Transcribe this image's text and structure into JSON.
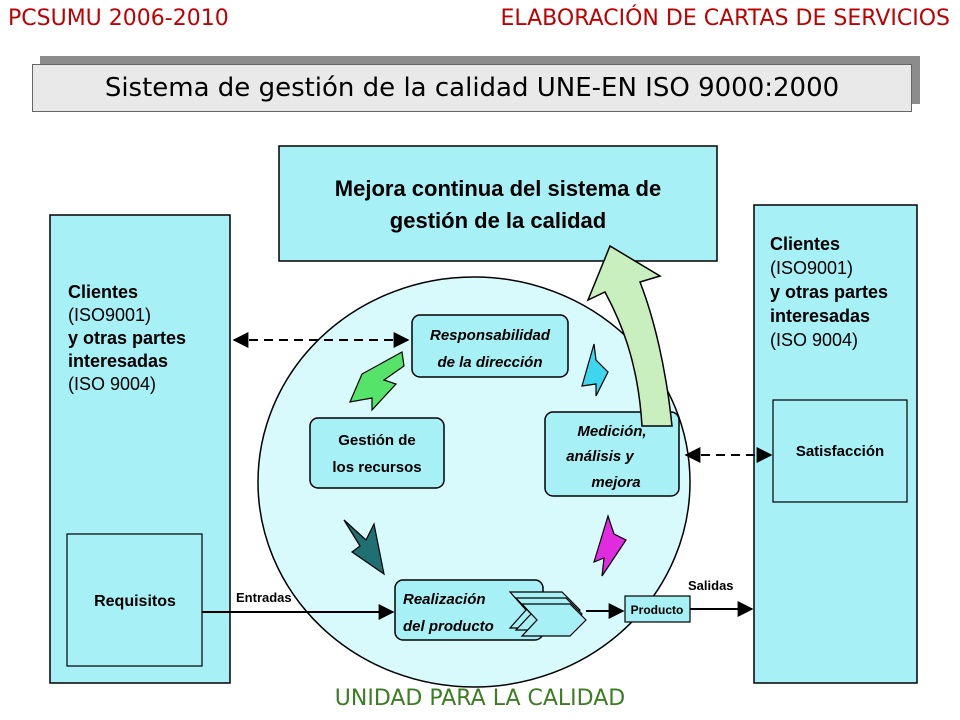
{
  "header": {
    "left": "PCSUMU 2006-2010",
    "right": "ELABORACIÓN DE CARTAS DE SERVICIOS"
  },
  "title": "Sistema de gestión de la calidad UNE-EN ISO 9000:2000",
  "footer": "UNIDAD PARA LA CALIDAD",
  "diagram": {
    "top_box": {
      "line1": "Mejora continua del sistema de",
      "line2": "gestión de la calidad"
    },
    "left_clients": {
      "l1": "Clientes",
      "l2": "(ISO9001)",
      "l3": "y otras partes",
      "l4": "interesadas",
      "l5": "(ISO 9004)"
    },
    "right_clients": {
      "l1": "Clientes",
      "l2": "(ISO9001)",
      "l3": "y otras partes",
      "l4": "interesadas",
      "l5": "(ISO 9004)"
    },
    "requisitos": "Requisitos",
    "satisfaccion": "Satisfacción",
    "responsabilidad": {
      "l1": "Responsabilidad",
      "l2": "de la dirección"
    },
    "gestion": {
      "l1": "Gestión de",
      "l2": "los recursos"
    },
    "medicion": {
      "l1": "Medición,",
      "l2": "análisis y",
      "l3": "mejora"
    },
    "realizacion": {
      "l1": "Realización",
      "l2": "del producto"
    },
    "producto": "Producto",
    "entradas": "Entradas",
    "salidas": "Salidas"
  },
  "colors": {
    "box_fill": "#a6f0f6",
    "circle_fill": "#d8fafd",
    "header_red": "#c00000",
    "footer_green": "#3a7d22",
    "arrow_green": "#55e36a",
    "arrow_cyan": "#3ed6ee",
    "arrow_teal": "#1f6f73",
    "arrow_magenta": "#e02be0",
    "arrow_pale_green": "#c9efbf"
  }
}
